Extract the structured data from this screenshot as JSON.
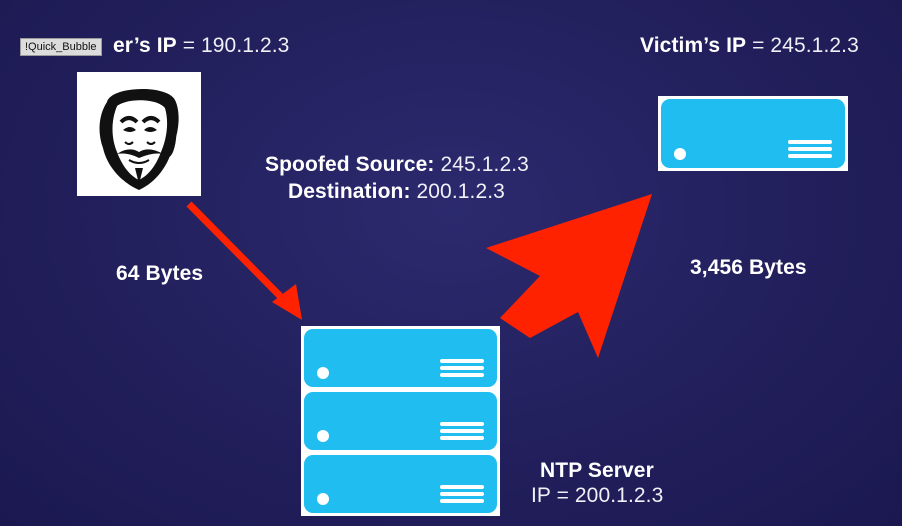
{
  "overlay_tag": "!Quick_Bubble",
  "attacker": {
    "ip_label": "er’s IP",
    "ip_value": "= 190.1.2.3"
  },
  "victim": {
    "ip_label": "Victim’s IP",
    "ip_value": "= 245.1.2.3"
  },
  "request": {
    "source_label": "Spoofed Source:",
    "source_value": "245.1.2.3",
    "dest_label": "Destination:",
    "dest_value": "200.1.2.3",
    "size": "64 Bytes"
  },
  "response": {
    "size": "3,456 Bytes"
  },
  "ntp_server": {
    "title": "NTP Server",
    "ip": "IP = 200.1.2.3"
  },
  "colors": {
    "background": "#221f5c",
    "server": "#1fbdf0",
    "arrow": "#ff2200"
  },
  "icons": {
    "attacker": "guy-fawkes-mask-icon",
    "server": "server-icon"
  }
}
